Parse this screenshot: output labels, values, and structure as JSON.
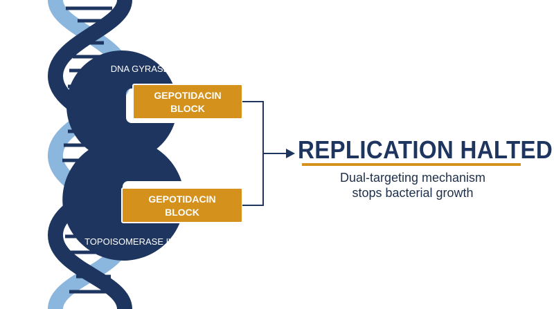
{
  "enzyme_top": {
    "label": "DNA GYRASE"
  },
  "enzyme_bottom": {
    "label": "TOPOISOMERASE IV"
  },
  "blocks": [
    {
      "line1": "GEPOTIDACIN",
      "line2": "BLOCK"
    },
    {
      "line1": "GEPOTIDACIN",
      "line2": "BLOCK"
    }
  ],
  "result": {
    "title": "REPLICATION HALTED",
    "subtitle_line1": "Dual-targeting mechanism",
    "subtitle_line2": "stops bacterial growth"
  },
  "colors": {
    "navy": "#1e3560",
    "light_blue": "#8bb6dd",
    "gold": "#d4911c",
    "gold_border": "#ffffff"
  }
}
